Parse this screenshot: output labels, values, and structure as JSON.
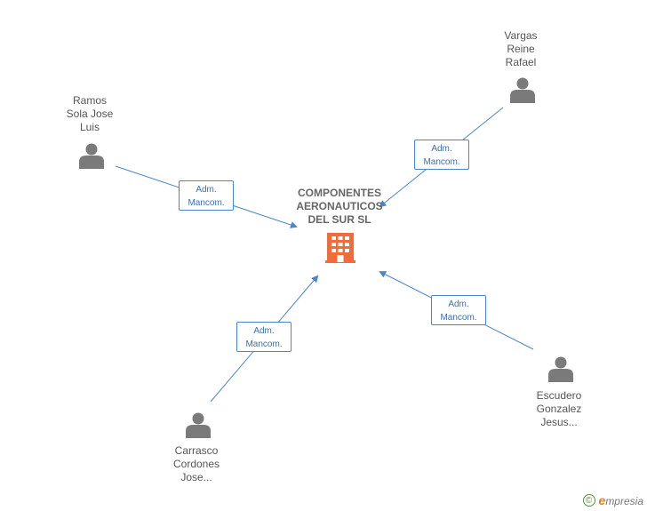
{
  "company": {
    "name": "COMPONENTES\nAERONAUTICOS\nDEL SUR SL",
    "icon": "building-icon",
    "color": "#f26b3a"
  },
  "people": [
    {
      "id": "ramos",
      "name": "Ramos\nSola Jose\nLuis",
      "role": "Adm.\nMancom."
    },
    {
      "id": "vargas",
      "name": "Vargas\nReine\nRafael",
      "role": "Adm.\nMancom."
    },
    {
      "id": "carrasco",
      "name": "Carrasco\nCordones\nJose...",
      "role": "Adm.\nMancom."
    },
    {
      "id": "escudero",
      "name": "Escudero\nGonzalez\nJesus...",
      "role": "Adm.\nMancom."
    }
  ],
  "colors": {
    "edge": "#4a86c8",
    "person": "#7a7a7a"
  },
  "watermark": {
    "symbol": "©",
    "brand_initial": "e",
    "brand_rest": "mpresia"
  }
}
